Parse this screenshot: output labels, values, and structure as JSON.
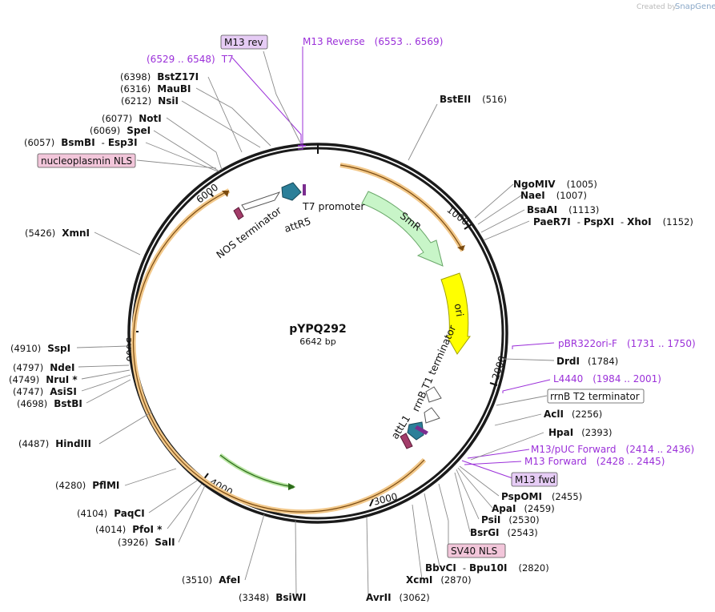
{
  "credit": "Created by",
  "brand": "SnapGene",
  "plasmid": {
    "name": "pYPQ292",
    "size": "6642 bp"
  },
  "ticks": [
    "1000",
    "2000",
    "3000",
    "4000",
    "5000",
    "6000"
  ],
  "features": {
    "smr": "SmR",
    "ori": "ori",
    "t7_promoter": "T7 promoter",
    "attr5": "attR5",
    "nos_terminator": "NOS terminator",
    "rrnb_t1": "rrnB T1 terminator",
    "attl1": "attL1"
  },
  "boxed": {
    "m13_rev": "M13 rev",
    "nucleoplasmin_nls": "nucleoplasmin NLS",
    "rrnb_t2": "rrnB T2 terminator",
    "m13_fwd": "M13 fwd",
    "sv40_nls": "SV40 NLS"
  },
  "primers": {
    "m13_reverse": {
      "name": "M13 Reverse",
      "range": "(6553 .. 6569)"
    },
    "t7": {
      "name": "T7",
      "range": "(6529 .. 6548)"
    },
    "pbr322ori": {
      "name": "pBR322ori-F",
      "range": "(1731 .. 1750)"
    },
    "l4440": {
      "name": "L4440",
      "range": "(1984 .. 2001)"
    },
    "m13puc": {
      "name": "M13/pUC Forward",
      "range": "(2414 .. 2436)"
    },
    "m13fwd": {
      "name": "M13 Forward",
      "range": "(2428 .. 2445)"
    }
  },
  "enzymes": {
    "bstz17i": {
      "pos": "(6398)",
      "name": "BstZ17I"
    },
    "maubi": {
      "pos": "(6316)",
      "name": "MauBI"
    },
    "nsii": {
      "pos": "(6212)",
      "name": "NsiI"
    },
    "noti": {
      "pos": "(6077)",
      "name": "NotI"
    },
    "spei": {
      "pos": "(6069)",
      "name": "SpeI"
    },
    "bsmbi": {
      "pos": "(6057)",
      "name": "BsmBI",
      "sep": "-",
      "name2": "Esp3I"
    },
    "xmni": {
      "pos": "(5426)",
      "name": "XmnI"
    },
    "sspi": {
      "pos": "(4910)",
      "name": "SspI"
    },
    "ndei": {
      "pos": "(4797)",
      "name": "NdeI"
    },
    "nrui": {
      "pos": "(4749)",
      "name": "NruI *"
    },
    "asisi": {
      "pos": "(4747)",
      "name": "AsiSI"
    },
    "bstbi": {
      "pos": "(4698)",
      "name": "BstBI"
    },
    "hindiii": {
      "pos": "(4487)",
      "name": "HindIII"
    },
    "pflmi": {
      "pos": "(4280)",
      "name": "PflMI"
    },
    "paqci": {
      "pos": "(4104)",
      "name": "PaqCI"
    },
    "pfoi": {
      "pos": "(4014)",
      "name": "PfoI *"
    },
    "sali": {
      "pos": "(3926)",
      "name": "SalI"
    },
    "afei": {
      "pos": "(3510)",
      "name": "AfeI"
    },
    "bsiwi": {
      "pos": "(3348)",
      "name": "BsiWI"
    },
    "avrii": {
      "name": "AvrII",
      "pos": "(3062)"
    },
    "xcmi": {
      "name": "XcmI",
      "pos": "(2870)"
    },
    "bbvci": {
      "name": "BbvCI",
      "sep": "-",
      "name2": "Bpu10I",
      "pos": "(2820)"
    },
    "bsrgi": {
      "name": "BsrGI",
      "pos": "(2543)"
    },
    "psii": {
      "name": "PsiI",
      "pos": "(2530)"
    },
    "apai": {
      "name": "ApaI",
      "pos": "(2459)"
    },
    "pspomi": {
      "name": "PspOMI",
      "pos": "(2455)"
    },
    "hpai": {
      "name": "HpaI",
      "pos": "(2393)"
    },
    "acli": {
      "name": "AclI",
      "pos": "(2256)"
    },
    "drdi": {
      "name": "DrdI",
      "pos": "(1784)"
    },
    "paer7i": {
      "name": "PaeR7I",
      "sep1": "-",
      "name2": "PspXI",
      "sep2": "-",
      "name3": "XhoI",
      "pos": "(1152)"
    },
    "bsaai": {
      "name": "BsaAI",
      "pos": "(1113)"
    },
    "naei": {
      "name": "NaeI",
      "pos": "(1007)"
    },
    "ngomiv": {
      "name": "NgoMIV",
      "pos": "(1005)"
    },
    "bsteii": {
      "name": "BstEII",
      "pos": "(516)"
    }
  },
  "colors": {
    "backbone": "#1a1a1a",
    "orange_arc": "#f2c88a",
    "green_arc": "#b9e6a3",
    "smr": "#c8f5c8",
    "ori": "#ffff00",
    "teal_feature": "#2b7f99",
    "magenta_feature": "#a33c6a",
    "primer": "#9b30d9",
    "label_box_purple": "#e6ccf5",
    "label_box_pink": "#f2c6da"
  }
}
